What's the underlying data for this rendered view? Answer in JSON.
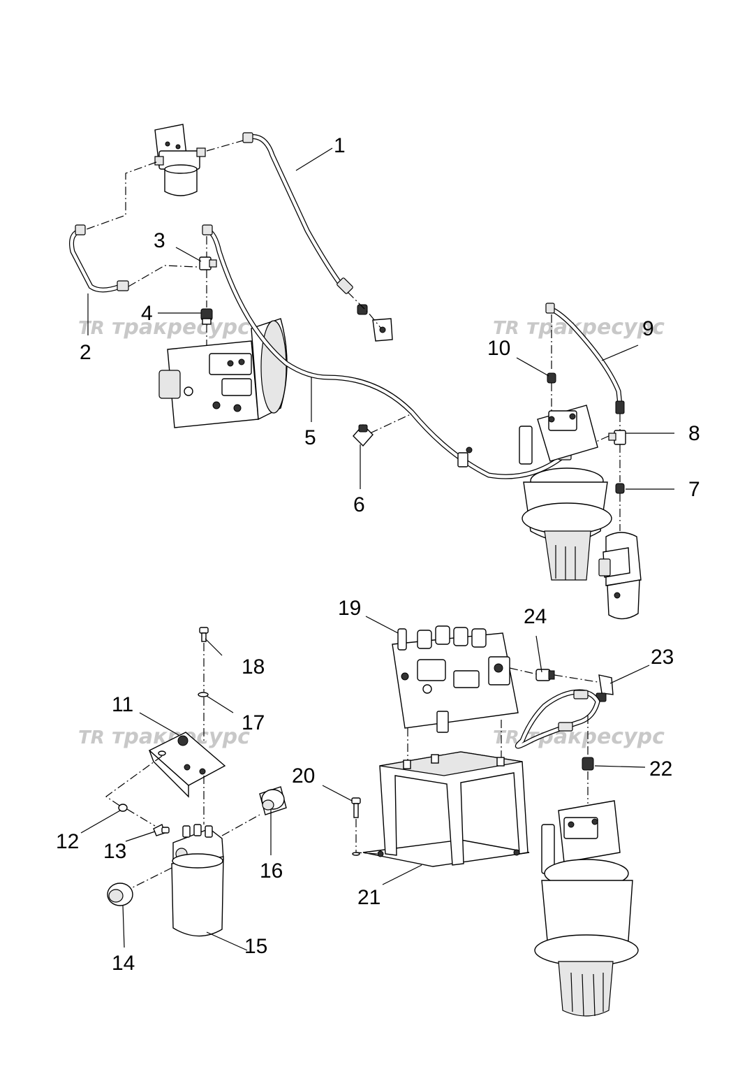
{
  "watermark": {
    "logo": "TR",
    "text": "тракресурс"
  },
  "callouts": [
    "1",
    "2",
    "3",
    "4",
    "5",
    "6",
    "7",
    "8",
    "9",
    "10",
    "11",
    "12",
    "13",
    "14",
    "15",
    "16",
    "17",
    "18",
    "19",
    "20",
    "21",
    "22",
    "23",
    "24"
  ]
}
